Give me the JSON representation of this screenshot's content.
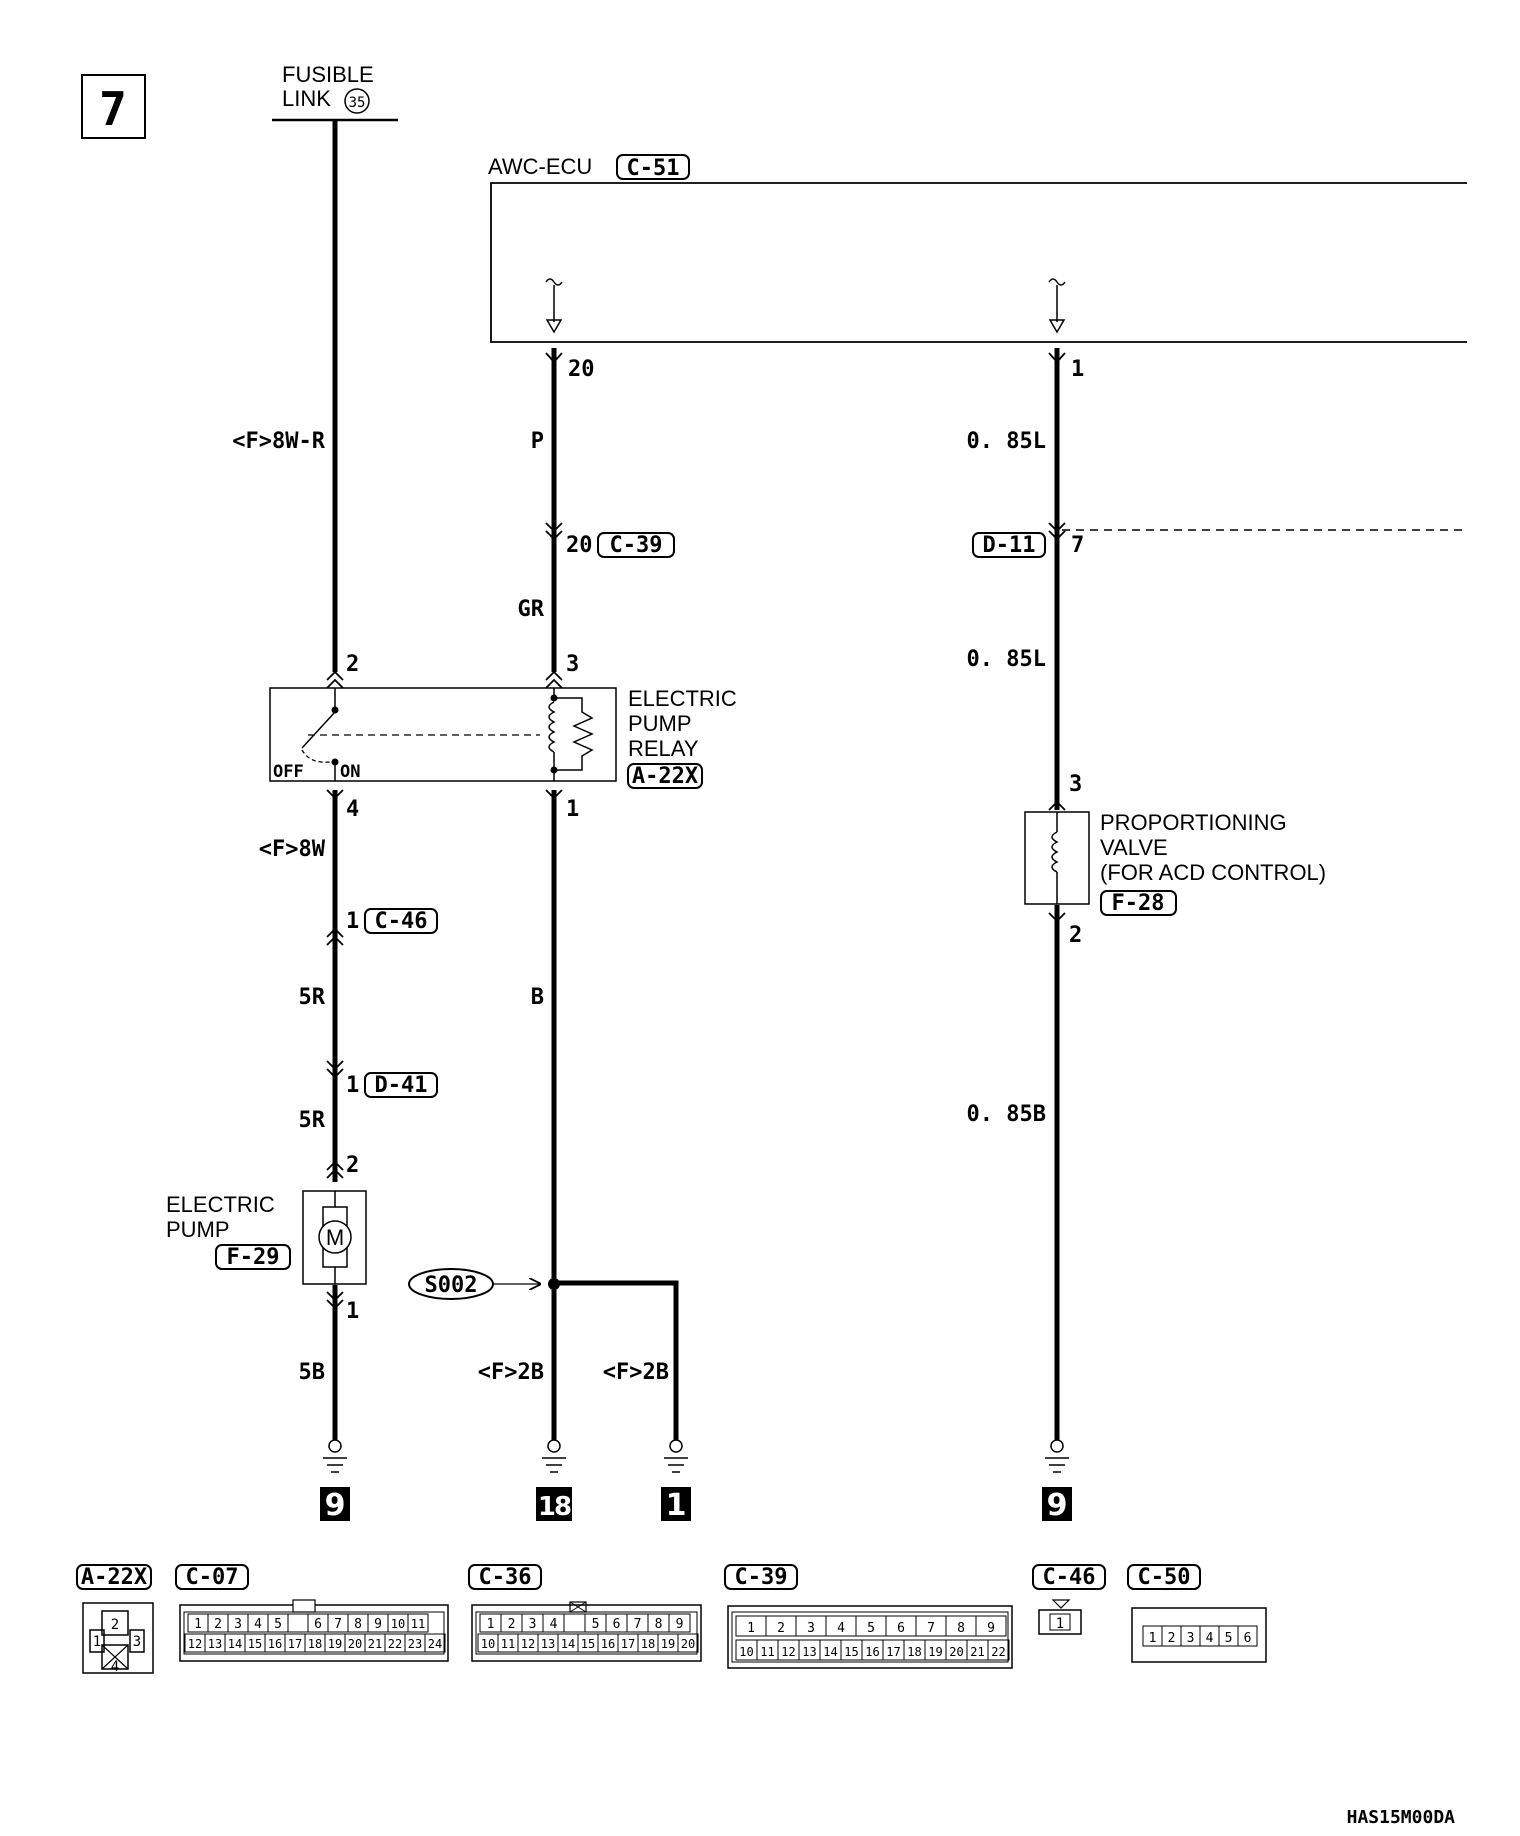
{
  "page_number": "7",
  "fusible_link": {
    "line1": "FUSIBLE",
    "line2": "LINK",
    "num": "35"
  },
  "ecu": {
    "name": "AWC-ECU",
    "connector": "C-51"
  },
  "pins": {
    "ecu20": "20",
    "ecu1": "1",
    "c39_pin": "20",
    "c39": "C-39",
    "d11": "D-11",
    "d11_pin": "7",
    "relay2": "2",
    "relay3": "3",
    "relay4": "4",
    "relay1": "1",
    "c46_pin": "1",
    "c46": "C-46",
    "d41_pin": "1",
    "d41": "D-41",
    "pump2": "2",
    "pump1": "1",
    "valve3": "3",
    "valve2": "2"
  },
  "wires": {
    "w1": "<F>8W-R",
    "w2": "P",
    "w3": "0. 85L",
    "w4": "GR",
    "w5": "0. 85L",
    "w6": "<F>8W",
    "w7": "5R",
    "w8": "B",
    "w9": "5R",
    "w10": "0. 85B",
    "w11": "5B",
    "w12": "<F>2B",
    "w13": "<F>2B"
  },
  "relay": {
    "line1": "ELECTRIC",
    "line2": "PUMP",
    "line3": "RELAY",
    "connector": "A-22X",
    "off": "OFF",
    "on": "ON"
  },
  "valve": {
    "line1": "PROPORTIONING",
    "line2": "VALVE",
    "line3": "(FOR ACD CONTROL)",
    "connector": "F-28"
  },
  "pump": {
    "line1": "ELECTRIC",
    "line2": "PUMP",
    "connector": "F-29",
    "motor": "M"
  },
  "splice": "S002",
  "grounds": [
    "9",
    "18",
    "1",
    "9"
  ],
  "connectors": {
    "a22x": {
      "label": "A-22X",
      "pins": [
        "1",
        "2",
        "3",
        "4"
      ]
    },
    "c07": {
      "label": "C-07",
      "row1": [
        "1",
        "2",
        "3",
        "4",
        "5",
        "",
        "6",
        "7",
        "8",
        "9",
        "10",
        "11"
      ],
      "row2": [
        "12",
        "13",
        "14",
        "15",
        "16",
        "17",
        "18",
        "19",
        "20",
        "21",
        "22",
        "23",
        "24"
      ]
    },
    "c36": {
      "label": "C-36",
      "row1": [
        "1",
        "2",
        "3",
        "4",
        "",
        "5",
        "6",
        "7",
        "8",
        "9"
      ],
      "row2": [
        "10",
        "11",
        "12",
        "13",
        "14",
        "15",
        "16",
        "17",
        "18",
        "19",
        "20"
      ]
    },
    "c39": {
      "label": "C-39",
      "row1": [
        "1",
        "2",
        "3",
        "4",
        "5",
        "6",
        "7",
        "8",
        "9"
      ],
      "row2": [
        "10",
        "11",
        "12",
        "13",
        "14",
        "15",
        "16",
        "17",
        "18",
        "19",
        "20",
        "21",
        "22"
      ]
    },
    "c46": {
      "label": "C-46",
      "pins": [
        "1"
      ]
    },
    "c50": {
      "label": "C-50",
      "pins": [
        "1",
        "2",
        "3",
        "4",
        "5",
        "6"
      ]
    }
  },
  "doc_code": "HAS15M00DA"
}
